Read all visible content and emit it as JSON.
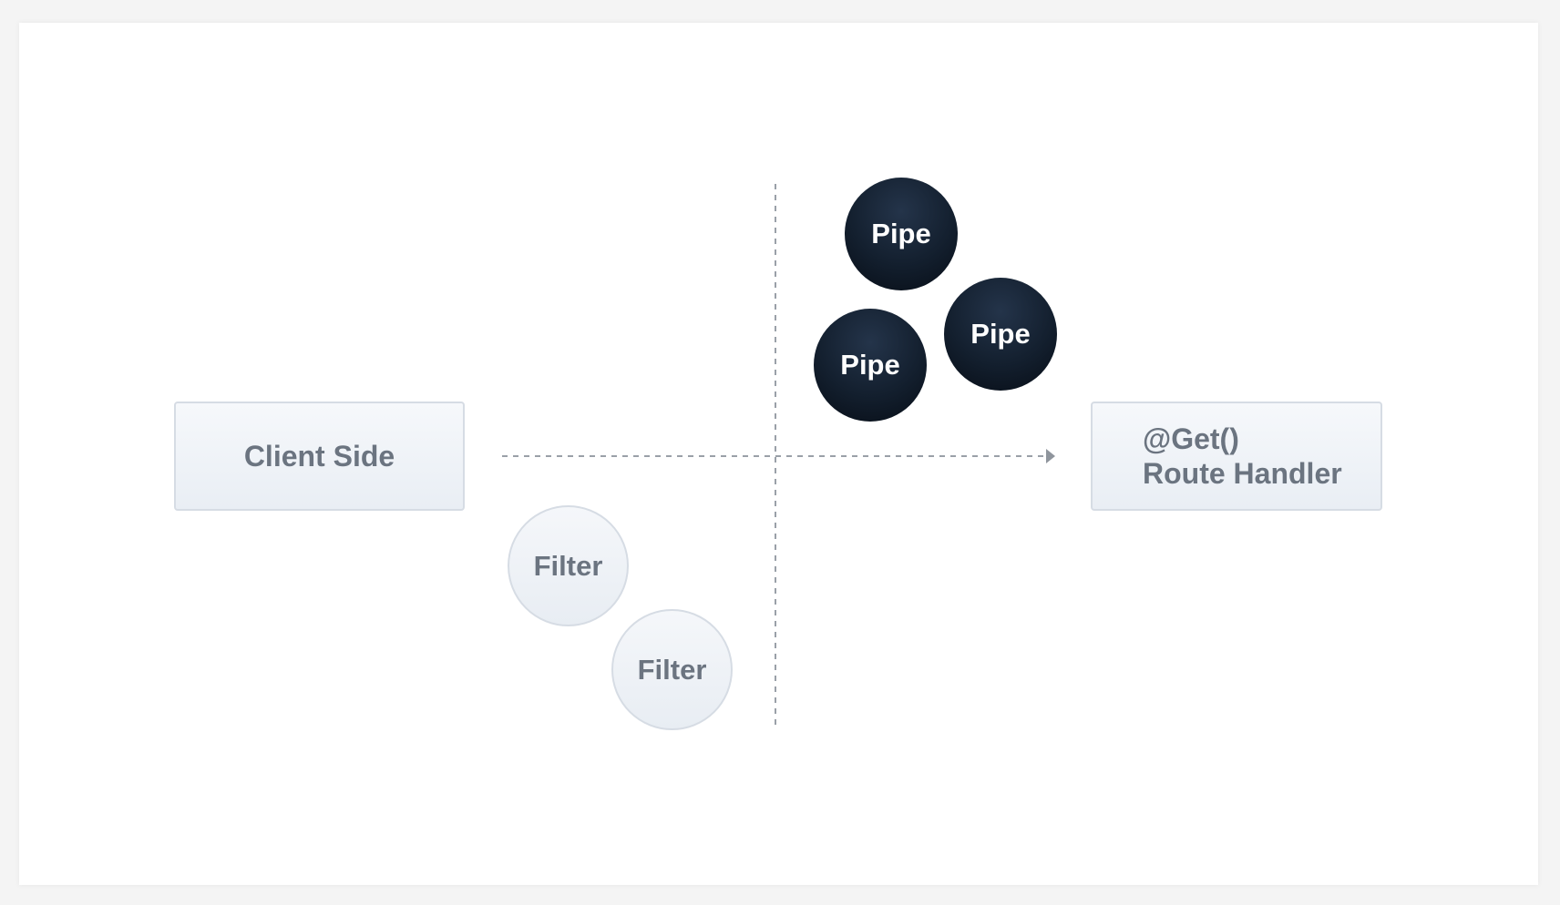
{
  "diagram": {
    "client_box": {
      "label": "Client Side"
    },
    "handler_box": {
      "line1": "@Get()",
      "line2": "Route Handler"
    },
    "pipes": [
      {
        "label": "Pipe"
      },
      {
        "label": "Pipe"
      },
      {
        "label": "Pipe"
      }
    ],
    "filters": [
      {
        "label": "Filter"
      },
      {
        "label": "Filter"
      }
    ],
    "colors": {
      "pipe_fill": "#131f2e",
      "box_fill": "#eef2f6",
      "text_gray": "#6b7480",
      "dashed_line": "#9aa0a8"
    }
  }
}
